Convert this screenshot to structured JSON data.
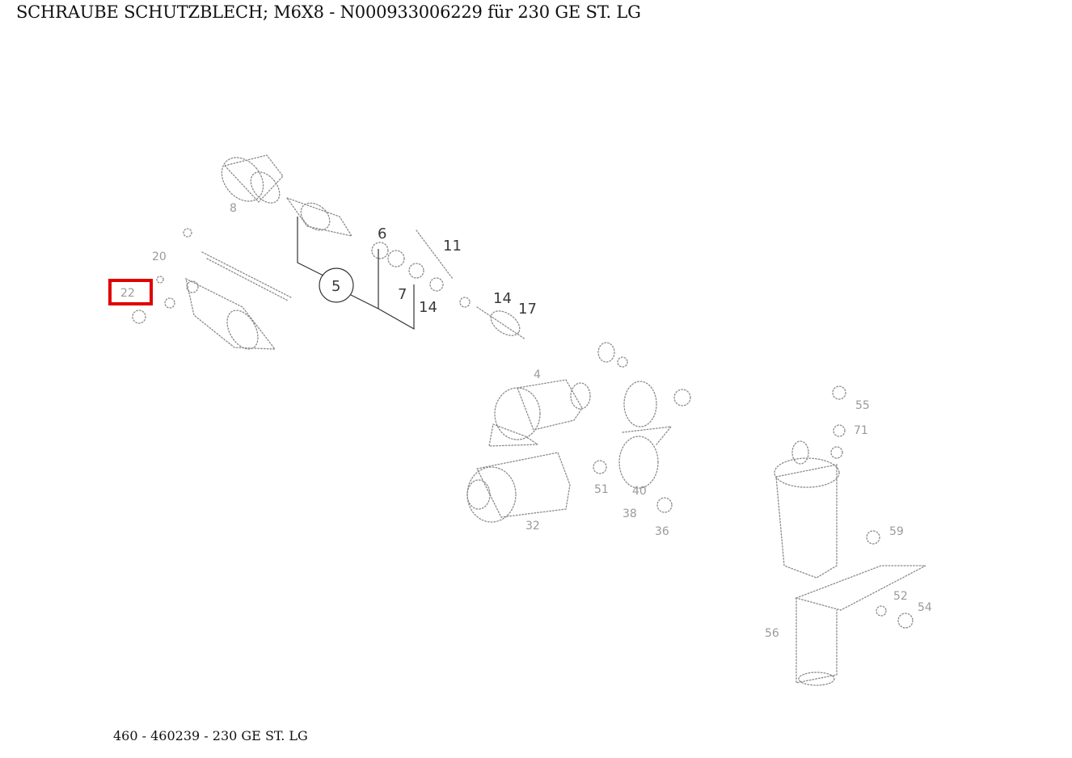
{
  "title": "SCHRAUBE SCHUTZBLECH; M6X8 - N000933006229 für 230 GE ST. LG",
  "footer": "460 - 460239 - 230 GE ST. LG",
  "diagram": {
    "callout_group": "5",
    "labels": [
      "6",
      "7",
      "11",
      "14",
      "14",
      "17"
    ],
    "highlighted_part": "22",
    "highlight_color": "#e00000"
  }
}
